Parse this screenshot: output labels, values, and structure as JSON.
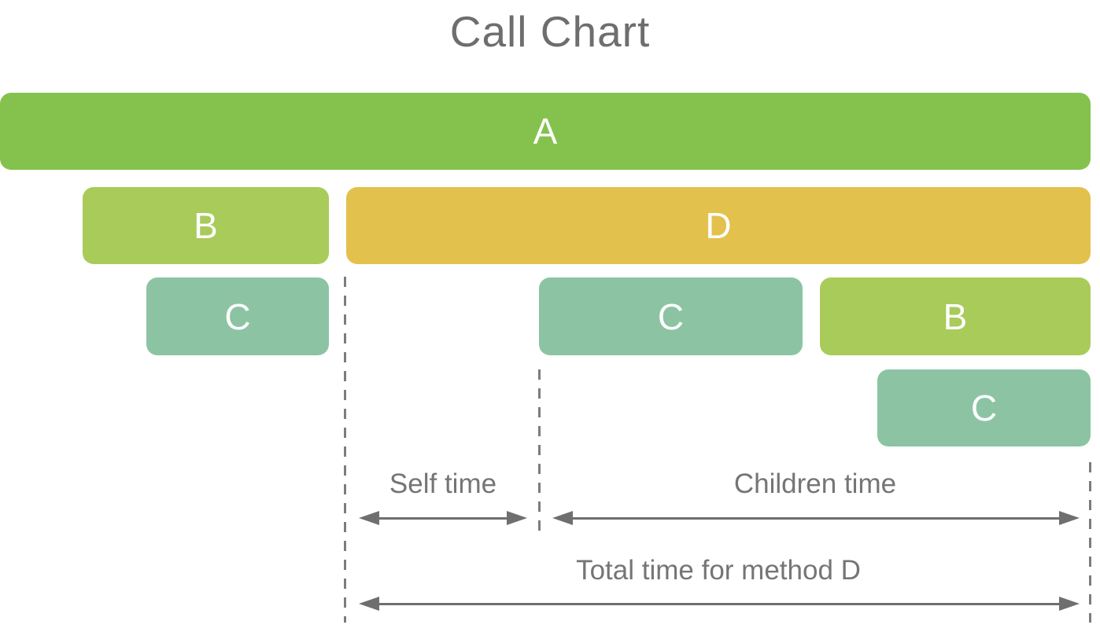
{
  "title": "Call Chart",
  "bars": [
    {
      "label": "A",
      "method": "A",
      "row": 1,
      "color_name": "green"
    },
    {
      "label": "B",
      "method": "B",
      "row": 2,
      "color_name": "yellow-green"
    },
    {
      "label": "D",
      "method": "D",
      "row": 2,
      "color_name": "mustard-yellow"
    },
    {
      "label": "C",
      "method": "C",
      "row": 3,
      "color_name": "sage-green"
    },
    {
      "label": "C",
      "method": "C",
      "row": 3,
      "color_name": "sage-green"
    },
    {
      "label": "B",
      "method": "B",
      "row": 3,
      "color_name": "yellow-green"
    },
    {
      "label": "C",
      "method": "C",
      "row": 4,
      "color_name": "sage-green"
    }
  ],
  "annotations": {
    "self_time": "Self time",
    "children_time": "Children time",
    "total_time": "Total time for method D"
  },
  "colors": {
    "method_a_green": "#84c24d",
    "method_b_yellow_green": "#a9cb59",
    "method_c_sage": "#8cc4a3",
    "method_d_mustard": "#e3c14d",
    "text_gray": "#757575",
    "arrow_gray": "#6f6f6f",
    "dash_gray": "#7c7c7c"
  }
}
